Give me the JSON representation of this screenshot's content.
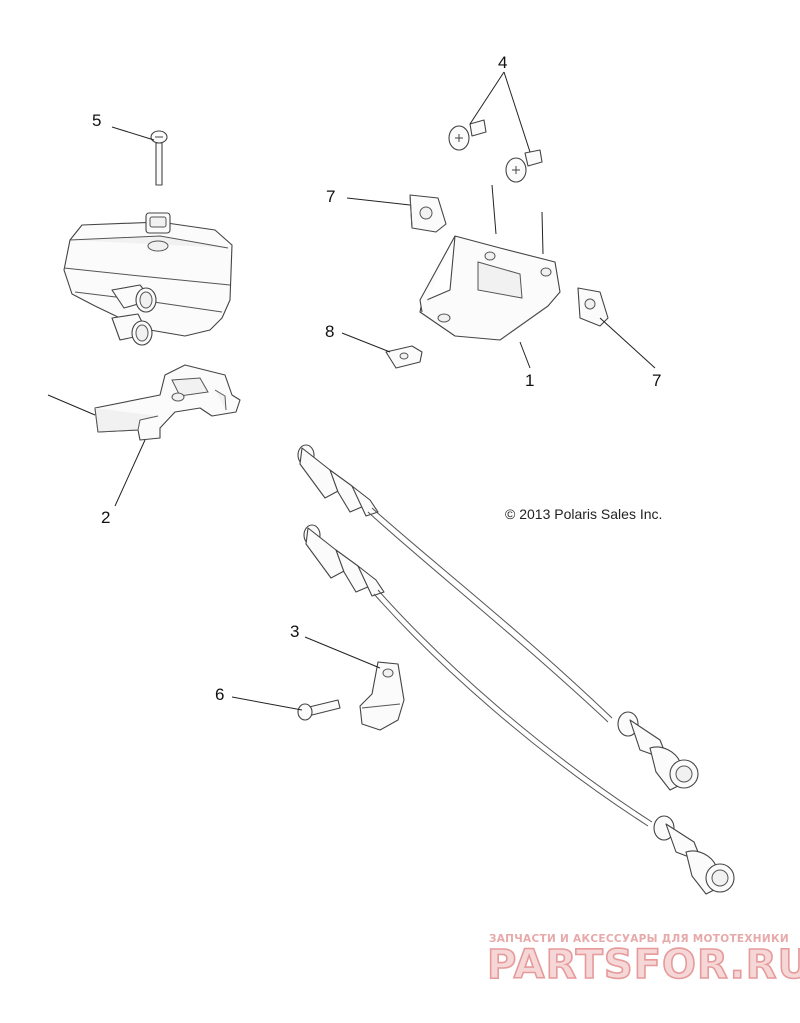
{
  "copyright": "© 2013 Polaris Sales Inc.",
  "watermark": {
    "subtitle": "ЗАПЧАСТИ И АКСЕССУАРЫ ДЛЯ МОТОТЕХНИКИ",
    "logo": "PARTSFOR.RU"
  },
  "callouts": {
    "c1": "1",
    "c2": "2",
    "c3": "3",
    "c4": "4",
    "c5": "5",
    "c6": "6",
    "c7a": "7",
    "c7b": "7",
    "c8": "8"
  }
}
